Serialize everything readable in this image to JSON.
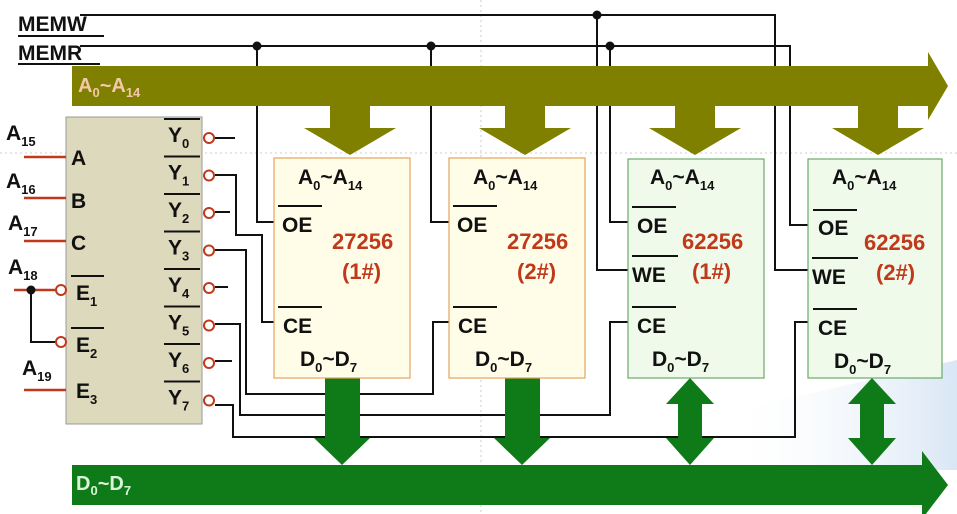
{
  "signals": {
    "memw": "MEMW",
    "memr": "MEMR"
  },
  "buses": {
    "address": {
      "label": "A",
      "from": "0",
      "sep": "~A",
      "to": "14",
      "color": "#7f7f00",
      "text_color": "#f3c9a8"
    },
    "data": {
      "label": "D",
      "from": "0",
      "sep": "~D",
      "to": "7",
      "color": "#0e7a18",
      "text_color": "#d8f5d8"
    }
  },
  "decoder": {
    "address_inputs": [
      {
        "main": "A",
        "sub": "15"
      },
      {
        "main": "A",
        "sub": "16"
      },
      {
        "main": "A",
        "sub": "17"
      },
      {
        "main": "A",
        "sub": "18"
      },
      {
        "main": "A",
        "sub": "19"
      }
    ],
    "inputs": [
      {
        "main": "A",
        "sub": "",
        "overline": false
      },
      {
        "main": "B",
        "sub": "",
        "overline": false
      },
      {
        "main": "C",
        "sub": "",
        "overline": false
      },
      {
        "main": "E",
        "sub": "1",
        "overline": true
      },
      {
        "main": "E",
        "sub": "2",
        "overline": true
      },
      {
        "main": "E",
        "sub": "3",
        "overline": false
      }
    ],
    "outputs": [
      {
        "main": "Y",
        "sub": "0"
      },
      {
        "main": "Y",
        "sub": "1"
      },
      {
        "main": "Y",
        "sub": "2"
      },
      {
        "main": "Y",
        "sub": "3"
      },
      {
        "main": "Y",
        "sub": "4"
      },
      {
        "main": "Y",
        "sub": "5"
      },
      {
        "main": "Y",
        "sub": "6"
      },
      {
        "main": "Y",
        "sub": "7"
      }
    ],
    "fill": "#dcd9bd"
  },
  "chips": [
    {
      "part": "27256",
      "index": "(1#)",
      "addr": {
        "main": "A",
        "from": "0",
        "sep": "~A",
        "to": "14"
      },
      "oe": "OE",
      "ce": "CE",
      "data": {
        "main": "D",
        "from": "0",
        "sep": "~D",
        "to": "7"
      },
      "fill": "#fffde8",
      "border": "#e6a35c"
    },
    {
      "part": "27256",
      "index": "(2#)",
      "addr": {
        "main": "A",
        "from": "0",
        "sep": "~A",
        "to": "14"
      },
      "oe": "OE",
      "ce": "CE",
      "data": {
        "main": "D",
        "from": "0",
        "sep": "~D",
        "to": "7"
      },
      "fill": "#fffde8",
      "border": "#e6a35c"
    },
    {
      "part": "62256",
      "index": "(1#)",
      "addr": {
        "main": "A",
        "from": "0",
        "sep": "~A",
        "to": "14"
      },
      "oe": "OE",
      "we": "WE",
      "ce": "CE",
      "data": {
        "main": "D",
        "from": "0",
        "sep": "~D",
        "to": "7"
      },
      "fill": "#effaea",
      "border": "#6aaa6a"
    },
    {
      "part": "62256",
      "index": "(2#)",
      "addr": {
        "main": "A",
        "from": "0",
        "sep": "~A",
        "to": "14"
      },
      "oe": "OE",
      "we": "WE",
      "ce": "CE",
      "data": {
        "main": "D",
        "from": "0",
        "sep": "~D",
        "to": "7"
      },
      "fill": "#effaea",
      "border": "#6aaa6a"
    }
  ]
}
